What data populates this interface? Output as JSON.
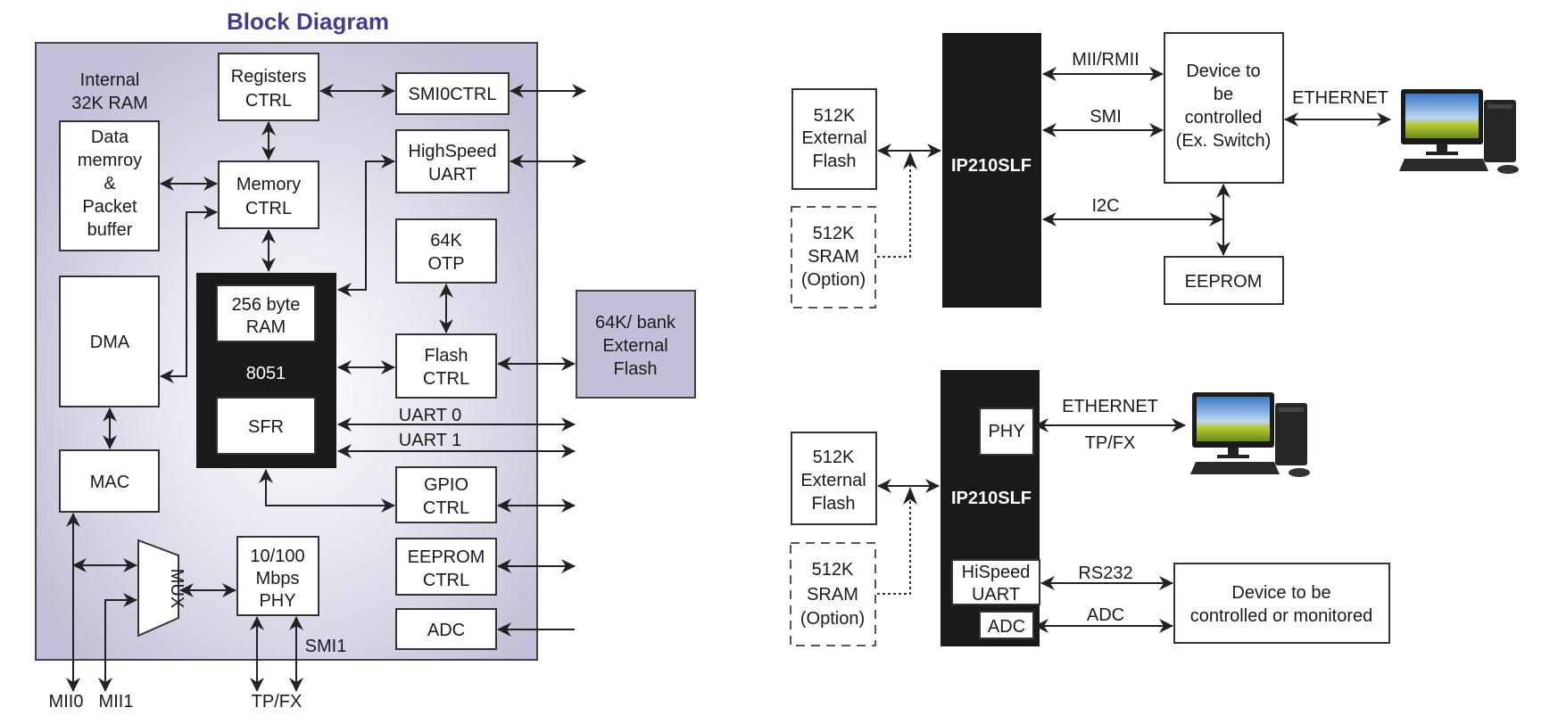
{
  "left": {
    "title": "Block Diagram",
    "internal_ram_label": [
      "Internal",
      "32K RAM"
    ],
    "blocks": {
      "registers_ctrl": [
        "Registers",
        "CTRL"
      ],
      "smi0ctrl": [
        "SMI0CTRL"
      ],
      "highspeed_uart": [
        "HighSpeed",
        "UART"
      ],
      "data_memory": [
        "Data",
        "memroy",
        "&",
        "Packet",
        "buffer"
      ],
      "memory_ctrl": [
        "Memory",
        "CTRL"
      ],
      "otp": [
        "64K",
        "OTP"
      ],
      "dma": [
        "DMA"
      ],
      "ram256": [
        "256 byte",
        "RAM"
      ],
      "cpu": "8051",
      "sfr": [
        "SFR"
      ],
      "flash_ctrl": [
        "Flash",
        "CTRL"
      ],
      "external_flash": [
        "64K/ bank",
        "External",
        "Flash"
      ],
      "mac": [
        "MAC"
      ],
      "gpio_ctrl": [
        "GPIO",
        "CTRL"
      ],
      "mux": "MUX",
      "phy": [
        "10/100",
        "Mbps",
        "PHY"
      ],
      "eeprom_ctrl": [
        "EEPROM",
        "CTRL"
      ],
      "adc": [
        "ADC"
      ]
    },
    "signals": {
      "uart0": "UART 0",
      "uart1": "UART 1",
      "smi1": "SMI1",
      "mii0": "MII0",
      "mii1": "MII1",
      "tpfx": "TP/FX"
    }
  },
  "top_right": {
    "chip": "IP210SLF",
    "ext_flash": [
      "512K",
      "External",
      "Flash"
    ],
    "sram": [
      "512K",
      "SRAM",
      "(Option)"
    ],
    "device": [
      "Device to",
      "be",
      "controlled",
      "(Ex. Switch)"
    ],
    "eeprom": [
      "EEPROM"
    ],
    "signals": {
      "mii": "MII/RMII",
      "smi": "SMI",
      "i2c": "I2C",
      "ethernet": "ETHERNET"
    },
    "pc_icon": "desktop-computer-icon"
  },
  "bottom_right": {
    "chip": "IP210SLF",
    "ext_flash": [
      "512K",
      "External",
      "Flash"
    ],
    "sram": [
      "512K",
      "SRAM",
      "(Option)"
    ],
    "phy": "PHY",
    "uart": [
      "HiSpeed",
      "UART"
    ],
    "adc": "ADC",
    "device": [
      "Device to be",
      "controlled or monitored"
    ],
    "signals": {
      "ethernet": "ETHERNET",
      "tpfx": "TP/FX",
      "rs232": "RS232",
      "adc": "ADC"
    },
    "pc_icon": "desktop-computer-icon"
  },
  "colors": {
    "panel_edge": "#c3bfd8",
    "panel_center": "#ffffff",
    "title": "#4a3a8c",
    "chip": "#1a1a1a"
  }
}
